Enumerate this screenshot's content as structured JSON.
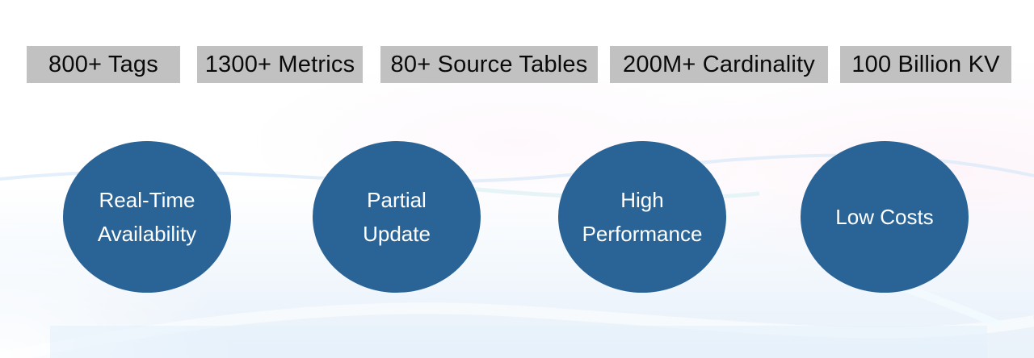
{
  "stats": [
    {
      "label": "800+ Tags"
    },
    {
      "label": "1300+ Metrics"
    },
    {
      "label": "80+ Source Tables"
    },
    {
      "label": "200M+ Cardinality"
    },
    {
      "label": "100 Billion KV"
    }
  ],
  "features": [
    {
      "line1": "Real-Time",
      "line2": "Availability"
    },
    {
      "line1": "Partial",
      "line2": "Update"
    },
    {
      "line1": "High",
      "line2": "Performance"
    },
    {
      "line1": "Low Costs",
      "line2": ""
    }
  ],
  "colors": {
    "badge_bg": "#c1c1c1",
    "badge_text": "#0a0a0a",
    "circle_fill": "#2a6496",
    "circle_text": "#ffffff",
    "bg_wash_blue": "#eaf2fa",
    "bg_wash_pink": "#f8dff0",
    "wave_line": "#d9eaf8"
  }
}
